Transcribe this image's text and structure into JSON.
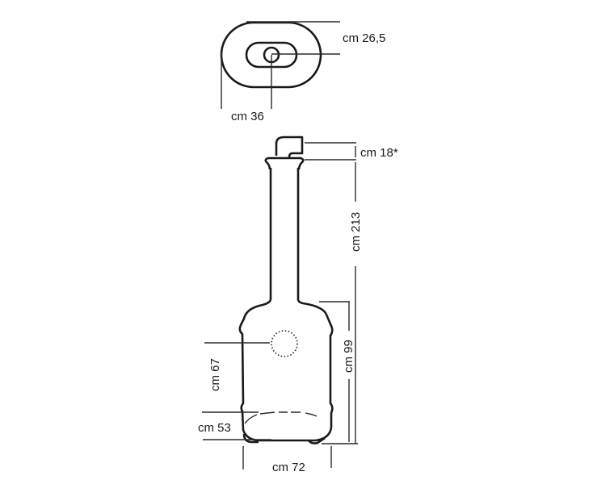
{
  "top_view": {
    "depth_label": "cm 26,5",
    "width_label": "cm 36"
  },
  "side_view": {
    "flue_label": "cm 18*",
    "total_height_label": "cm 213",
    "body_height_label": "cm 99",
    "outlet_height_label": "cm 67",
    "door_height_label": "cm 53",
    "base_width_label": "cm 72"
  }
}
